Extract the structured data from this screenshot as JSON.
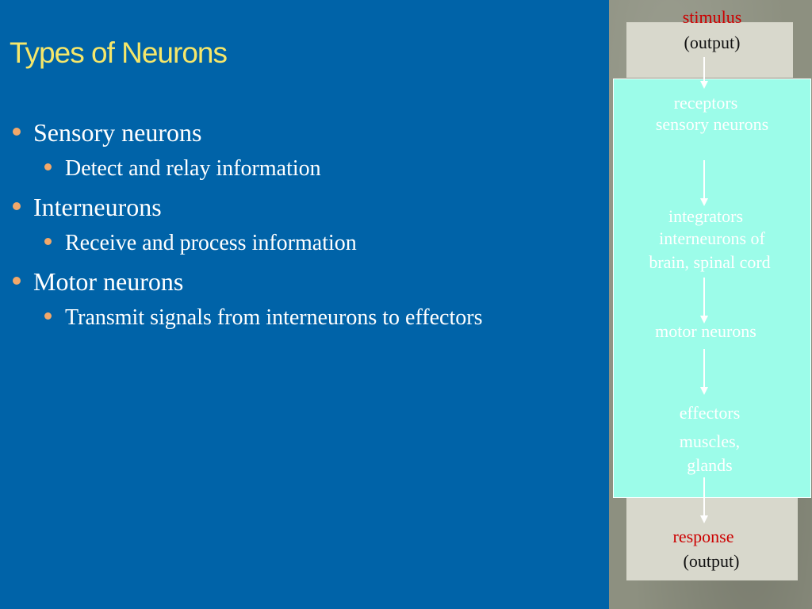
{
  "slide": {
    "title": "Types of Neurons",
    "bullets": [
      {
        "label": "Sensory neurons",
        "sub": "Detect and relay information"
      },
      {
        "label": "Interneurons",
        "sub": "Receive and process information"
      },
      {
        "label": "Motor neurons",
        "sub": "Transmit signals from interneurons to effectors"
      }
    ]
  },
  "flow": {
    "stimulus": "stimulus",
    "stimulus_note": "(output)",
    "receptors": "receptors",
    "sensory_neurons": "sensory neurons",
    "integrators": "integrators",
    "interneurons_1": "interneurons of",
    "interneurons_2": "brain, spinal cord",
    "motor_neurons": "motor neurons",
    "effectors": "effectors",
    "muscles": "muscles,",
    "glands": "glands",
    "response": "response",
    "response_note": "(output)"
  },
  "colors": {
    "background": "#0063a8",
    "title": "#f6e76a",
    "bullet_dot": "#f2a86a",
    "flow_box": "#9cfce9",
    "highlight_red": "#cc0000"
  }
}
